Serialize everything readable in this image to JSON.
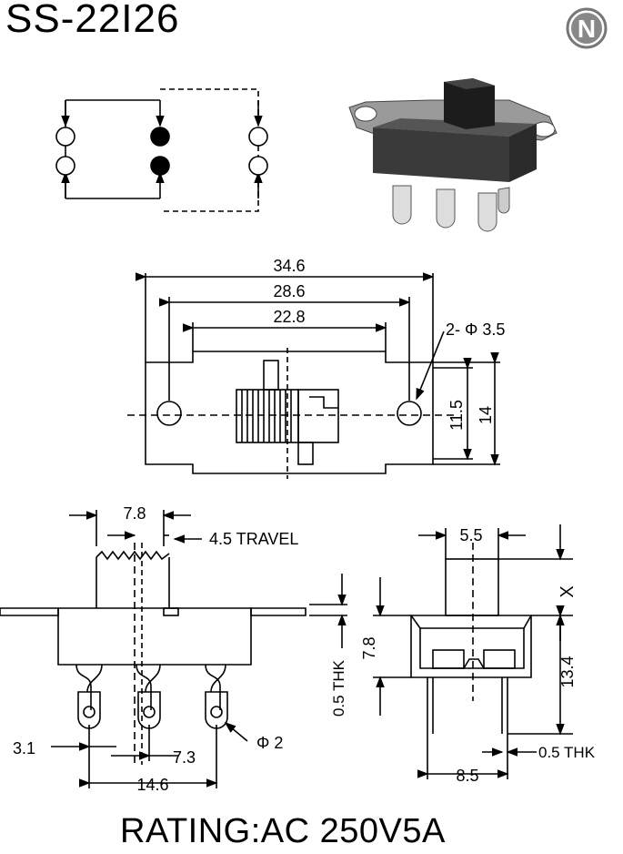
{
  "title": "SS-22I26",
  "logo_letter": "N",
  "rating": "RATING:AC 250V5A",
  "top_view": {
    "dim_overall": "34.6",
    "dim_holes": "28.6",
    "dim_slot": "22.8",
    "dim_hole_dia": "2- Φ 3.5",
    "dim_height_inner": "11.5",
    "dim_height": "14"
  },
  "side_view": {
    "dim_actuator": "7.8",
    "travel": "4.5 TRAVEL",
    "thickness": "0.5 THK",
    "pin_offset": "3.1",
    "pin_pitch": "7.3",
    "pin_span": "14.6",
    "pin_dia": "Φ 2"
  },
  "end_view": {
    "dim_actuator": "5.5",
    "dim_x": "X",
    "dim_body_height": "7.8",
    "dim_pin_length": "13.4",
    "thickness": "0.5 THK",
    "dim_pin_span": "8.5"
  }
}
